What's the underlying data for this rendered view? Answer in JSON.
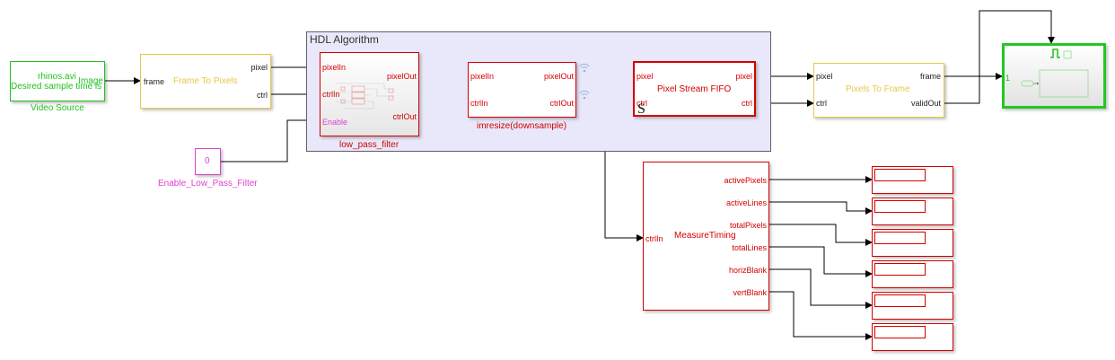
{
  "colors": {
    "green": "#00c000",
    "gold": "#e6c84a",
    "red": "#d40000",
    "redText": "#e03030",
    "magenta": "#e040d0",
    "subsystemFill": "#e8e8fa",
    "wire": "#000000"
  },
  "video_source": {
    "line1": "rhinos.avi",
    "line2": "Desired sample time is i",
    "port_out": "Image",
    "label": "Video Source"
  },
  "frame_to_pixels": {
    "title": "Frame To Pixels",
    "port_in": "frame",
    "port_out_1": "pixel",
    "port_out_2": "ctrl"
  },
  "enable_const": {
    "value": "0",
    "label": "Enable_Low_Pass_Filter"
  },
  "hdl_algorithm": {
    "title": "HDL Algorithm",
    "low_pass_filter": {
      "label": "low_pass_filter",
      "in_1": "pixelIn",
      "in_2": "ctrlIn",
      "in_3": "Enable",
      "out_1": "pixelOut",
      "out_2": "ctrlOut"
    },
    "imresize": {
      "label": "imresize(downsample)",
      "in_1": "pixelIn",
      "in_2": "ctrlIn",
      "out_1": "pixelOut",
      "out_2": "ctrlOut"
    },
    "fifo": {
      "title": "Pixel Stream FIFO",
      "in_1": "pixel",
      "in_2": "ctrl",
      "out_1": "pixel",
      "out_2": "ctrl",
      "badge": "S"
    }
  },
  "pixels_to_frame": {
    "title": "Pixels To Frame",
    "in_1": "pixel",
    "in_2": "ctrl",
    "out_1": "frame",
    "out_2": "validOut"
  },
  "viewer": {
    "port_in": "1"
  },
  "measure_timing": {
    "title": "MeasureTiming",
    "port_in": "ctrlIn",
    "outputs": [
      "activePixels",
      "activeLines",
      "totalPixels",
      "totalLines",
      "horizBlank",
      "vertBlank"
    ]
  },
  "displays": [
    {
      "name": "activePixels-display"
    },
    {
      "name": "activeLines-display"
    },
    {
      "name": "totalPixels-display"
    },
    {
      "name": "totalLines-display"
    },
    {
      "name": "horizBlank-display"
    },
    {
      "name": "vertBlank-display"
    }
  ]
}
